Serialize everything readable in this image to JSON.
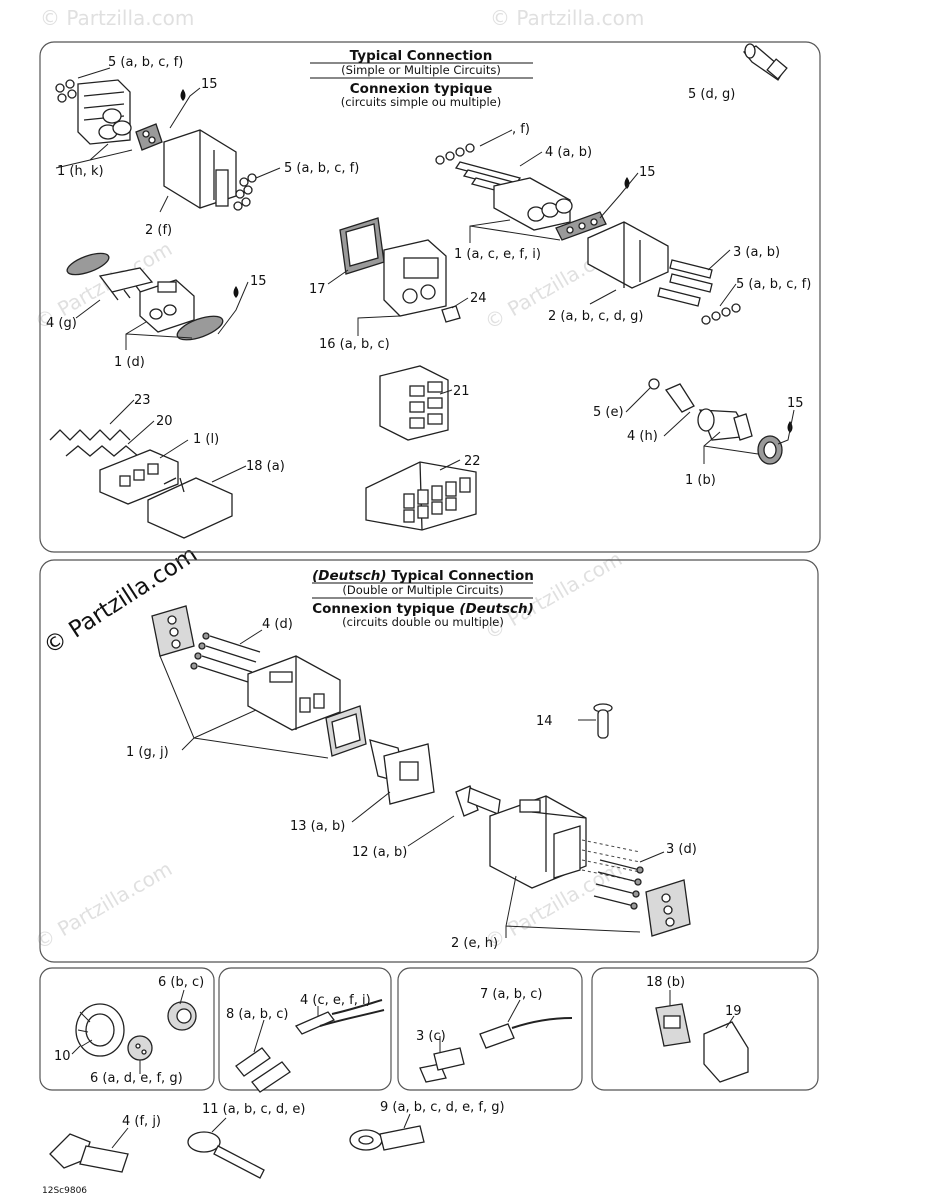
{
  "watermark": "© Partzilla.com",
  "drawing_code": "12Sc9806",
  "typical": {
    "title": "Typical Connection",
    "subtitle": "(Simple or Multiple Circuits)",
    "title_fr": "Connexion typique",
    "subtitle_fr": "(circuits simple ou multiple)"
  },
  "deutsch": {
    "title_prefix": "(Deutsch)",
    "title": "Typical Connection",
    "subtitle": "(Double or Multiple Circuits)",
    "title_fr": "Connexion typique",
    "title_fr_suffix": "(Deutsch)",
    "subtitle_fr": "(circuits double ou multiple)"
  },
  "labels": {
    "p1_5_abcf_top": "5 (a, b, c, f)",
    "p1_15_a": "15",
    "p1_5_dg": "5 (d, g)",
    "p1_f": ", f)",
    "p1_4_ab": "4 (a, b)",
    "p1_15_b": "15",
    "p1_1_hk": "1 (h, k)",
    "p1_5_abcf_mid": "5 (a, b, c, f)",
    "p1_2_f": "2 (f)",
    "p1_1_acefi": "1 (a, c, e, f, i)",
    "p1_3_ab": "3 (a, b)",
    "p1_5_abcf_right": "5 (a, b, c, f)",
    "p1_15_c": "15",
    "p1_17": "17",
    "p1_24": "24",
    "p1_4_g": "4 (g)",
    "p1_2_abcdg": "2 (a, b, c, d, g)",
    "p1_16_abc": "16 (a, b, c)",
    "p1_1_d": "1 (d)",
    "p1_21": "21",
    "p1_23": "23",
    "p1_15_d": "15",
    "p1_5_e": "5 (e)",
    "p1_20": "20",
    "p1_1_l": "1 (l)",
    "p1_4_h": "4 (h)",
    "p1_18_a": "18 (a)",
    "p1_1_b": "1 (b)",
    "p1_22": "22",
    "p2_4_d": "4 (d)",
    "p2_14": "14",
    "p2_1_gj": "1 (g, j)",
    "p2_13_ab": "13 (a, b)",
    "p2_12_ab": "12 (a, b)",
    "p2_3_d": "3 (d)",
    "p2_2_eh": "2 (e, h)",
    "b1_6_bc": "6 (b, c)",
    "b1_10": "10",
    "b1_6_adefg": "6 (a, d, e, f, g)",
    "b2_4_cefi": "4 (c, e, f, i)",
    "b2_8_abc": "8 (a, b, c)",
    "b3_7_abc": "7 (a, b, c)",
    "b3_3_c": "3 (c)",
    "b4_18_b": "18 (b)",
    "b4_19": "19",
    "f_4_fj": "4 (f, j)",
    "f_11_abcde": "11 (a, b, c, d, e)",
    "f_9_abcdefg": "9 (a, b, c, d, e, f, g)"
  }
}
